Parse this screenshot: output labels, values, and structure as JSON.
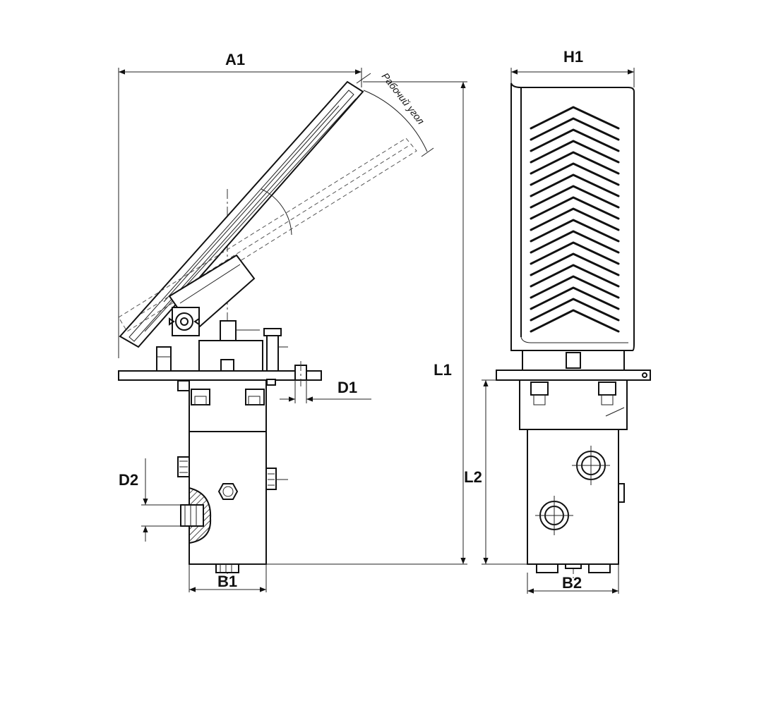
{
  "dimensions": {
    "a1": "A1",
    "h1": "H1",
    "l1": "L1",
    "l2": "L2",
    "d1": "D1",
    "d2": "D2",
    "b1": "B1",
    "b2": "B2"
  },
  "annotation": {
    "working_angle": "Рабочий угол"
  },
  "colors": {
    "line": "#111111",
    "background": "#ffffff"
  }
}
